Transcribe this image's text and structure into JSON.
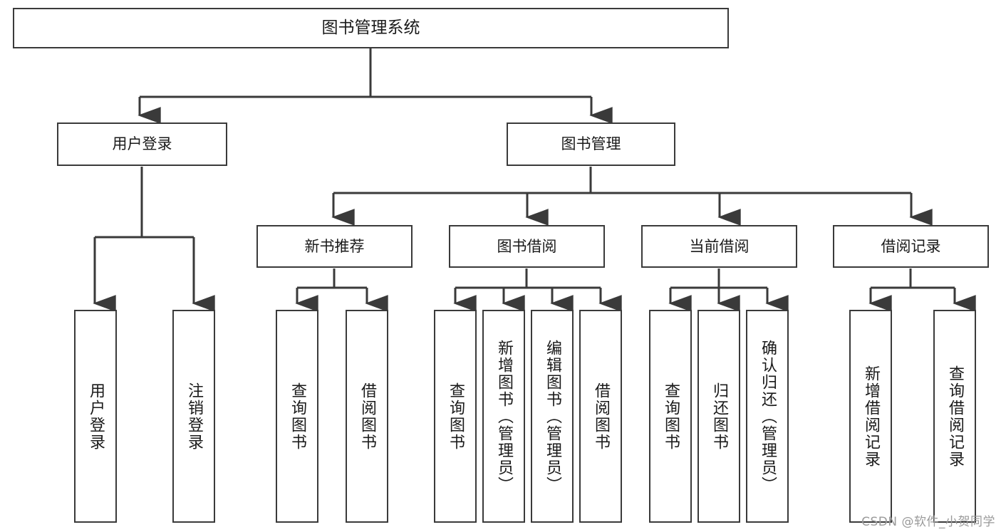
{
  "diagram": {
    "title": "图书管理系统",
    "type": "tree",
    "watermark": "CSDN @软件_小贺同学",
    "colors": {
      "stroke": "#3a3a3a",
      "fill": "#ffffff",
      "text": "#1a1a1a",
      "watermark": "#9a9a9a"
    },
    "nodes": {
      "root": {
        "label": "图书管理系统"
      },
      "level2": [
        {
          "id": "user-login",
          "label": "用户登录"
        },
        {
          "id": "book-management",
          "label": "图书管理"
        }
      ],
      "level3": [
        {
          "id": "new-book-recommend",
          "label": "新书推荐"
        },
        {
          "id": "book-borrow",
          "label": "图书借阅"
        },
        {
          "id": "current-borrow",
          "label": "当前借阅"
        },
        {
          "id": "borrow-record",
          "label": "借阅记录"
        }
      ],
      "leaves": {
        "user_login": [
          {
            "id": "leaf-user-login",
            "label": "用户登录"
          },
          {
            "id": "leaf-logout-login",
            "label": "注销登录"
          }
        ],
        "new_book_recommend": [
          {
            "id": "leaf-query-book-1",
            "label": "查询图书"
          },
          {
            "id": "leaf-borrow-book-1",
            "label": "借阅图书"
          }
        ],
        "book_borrow": [
          {
            "id": "leaf-query-book-2",
            "label": "查询图书"
          },
          {
            "id": "leaf-add-book-admin",
            "label": "新增图书（管理员）"
          },
          {
            "id": "leaf-edit-book-admin",
            "label": "编辑图书（管理员）"
          },
          {
            "id": "leaf-borrow-book-2",
            "label": "借阅图书"
          }
        ],
        "current_borrow": [
          {
            "id": "leaf-query-book-3",
            "label": "查询图书"
          },
          {
            "id": "leaf-return-book",
            "label": "归还图书"
          },
          {
            "id": "leaf-confirm-return-admin",
            "label": "确认归还（管理员）"
          }
        ],
        "borrow_record": [
          {
            "id": "leaf-add-borrow-record",
            "label": "新增借阅记录"
          },
          {
            "id": "leaf-query-borrow-record",
            "label": "查询借阅记录"
          }
        ]
      }
    }
  }
}
